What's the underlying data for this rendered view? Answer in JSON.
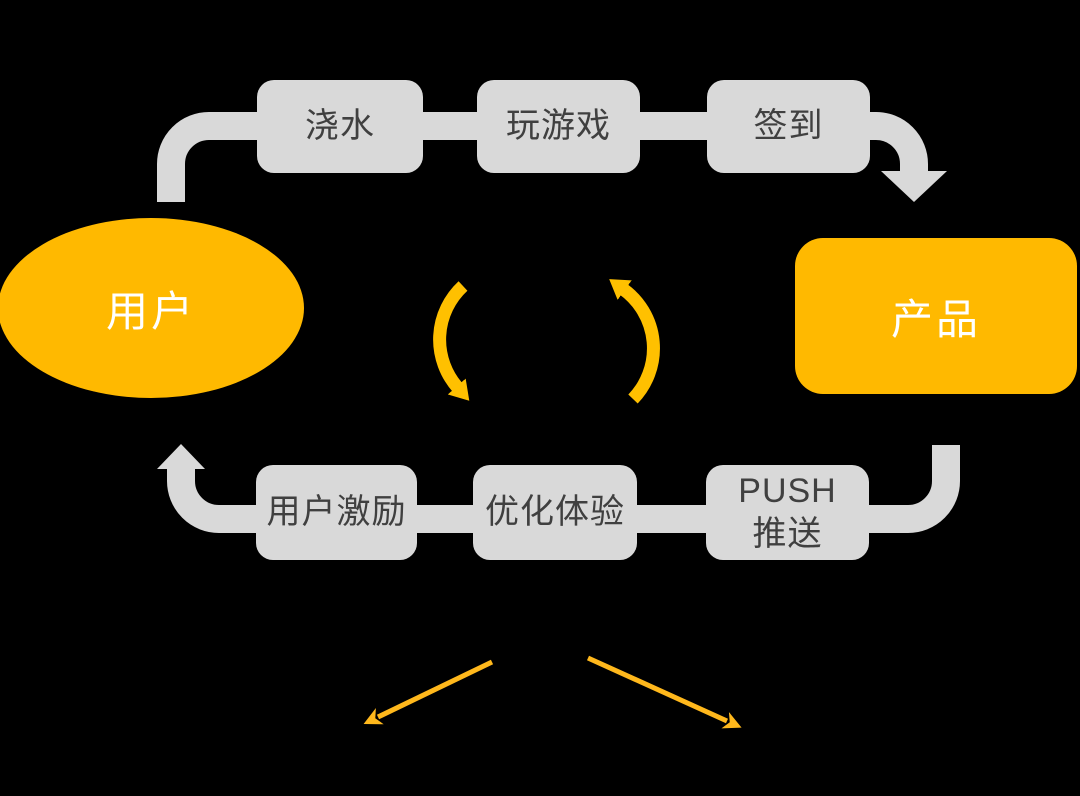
{
  "diagram": {
    "colors": {
      "background": "#000000",
      "pipe_gray": "#D9D9D9",
      "box_text_gray": "#404040",
      "accent_yellow": "#FFB900",
      "node_text_white": "#FFFFFF",
      "cycle_arrow_yellow": "#FFC000",
      "branch_arrow_yellow": "#FFB81C"
    },
    "nodes": {
      "user": {
        "label": "用户"
      },
      "product": {
        "label": "产品"
      }
    },
    "top_steps": [
      {
        "label": "浇水"
      },
      {
        "label": "玩游戏"
      },
      {
        "label": "签到"
      }
    ],
    "bottom_steps": [
      {
        "label": "用户激励"
      },
      {
        "label": "优化体验"
      },
      {
        "label": "PUSH",
        "label_line2": "推送"
      }
    ],
    "icons": {
      "cycle_left": "counterclockwise-arc-arrow",
      "cycle_right": "counterclockwise-arc-arrow",
      "branch_left": "diagonal-arrow-down-left",
      "branch_right": "diagonal-arrow-down-right",
      "flow_top": "pipe-user-to-product",
      "flow_bottom": "pipe-product-to-user"
    }
  }
}
